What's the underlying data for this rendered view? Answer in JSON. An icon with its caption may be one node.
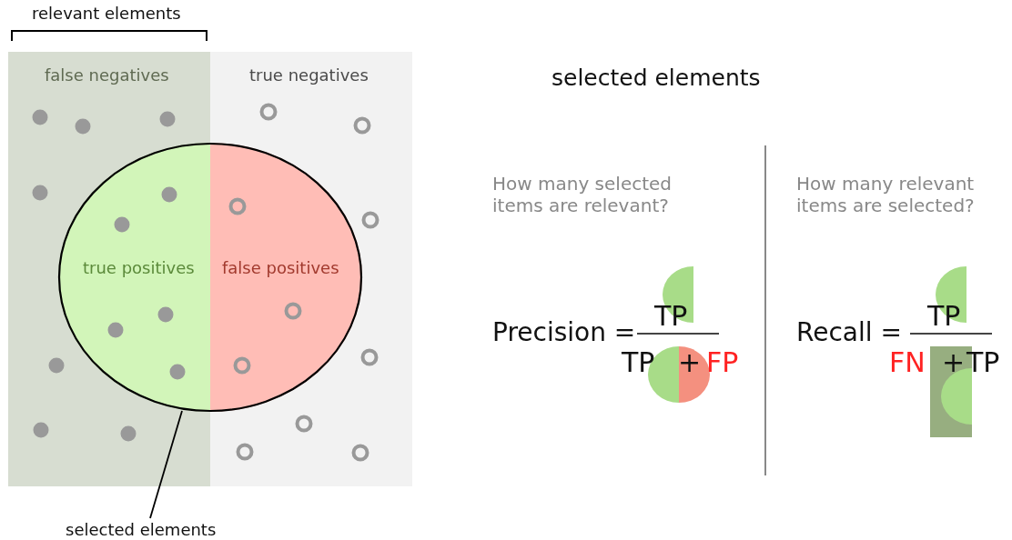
{
  "diagram": {
    "nodes": [
      {
        "text": [
          "false negatives"
        ]
      },
      {
        "text": [
          "true negatives"
        ]
      },
      {
        "text": [],
        "shape": "circle"
      },
      {
        "text": [
          "true positives"
        ]
      },
      {
        "text": [
          "false positives"
        ]
      },
      {
        "text": [
          "selected elements"
        ]
      }
    ],
    "edges": [
      {
        "from": 5,
        "to": 2,
        "arrow": "none"
      }
    ],
    "labels": [
      "relevant elements",
      "selected elements",
      "How many selected items are relevant?",
      "How many relevant items are selected?",
      "Precision =",
      "TP",
      "TP",
      "+",
      "FP",
      "Recall =",
      "TP",
      "FN",
      "+",
      "TP"
    ]
  }
}
